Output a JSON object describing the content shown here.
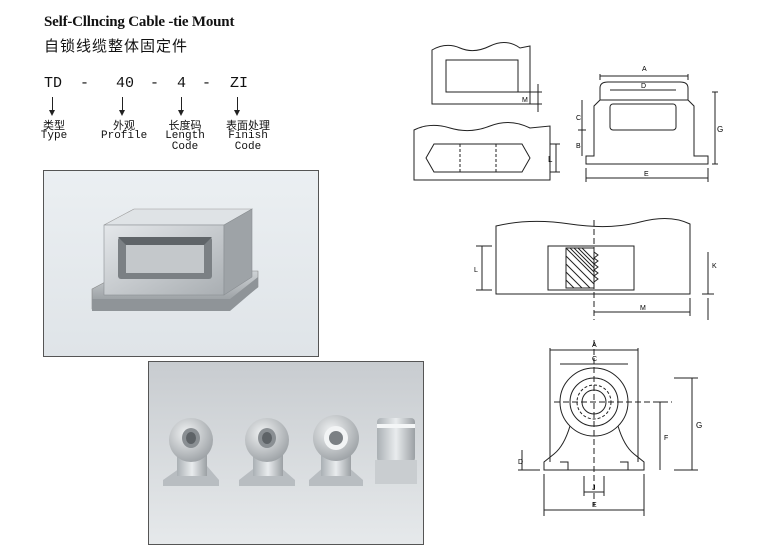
{
  "header": {
    "title_en": "Self-Cllncing Cable -tie Mount",
    "title_cn": "自锁线缆整体固定件"
  },
  "part_code": {
    "segments": [
      "TD",
      "-",
      "40",
      "-",
      "4",
      "-",
      "ZI"
    ],
    "labels": [
      {
        "cn": "类型",
        "en": [
          "Type"
        ]
      },
      {
        "cn": "外观",
        "en": [
          "Profile"
        ]
      },
      {
        "cn": "长度码",
        "en": [
          "Length",
          "Code"
        ]
      },
      {
        "cn": "表面处理",
        "en": [
          "Finish",
          "Code"
        ]
      }
    ]
  },
  "drawings": {
    "top_left": {
      "dims": [
        "M",
        "L"
      ]
    },
    "top_right": {
      "dims": [
        "A",
        "D",
        "C",
        "B",
        "G",
        "E"
      ]
    },
    "middle": {
      "dims": [
        "L",
        "K",
        "M"
      ]
    },
    "bottom": {
      "dims": [
        "A",
        "C",
        "G",
        "F",
        "D",
        "J",
        "E"
      ]
    }
  },
  "colors": {
    "metal_light": "#d9dde0",
    "metal_mid": "#b4b9bd",
    "metal_dark": "#7d8286",
    "line": "#222222"
  }
}
